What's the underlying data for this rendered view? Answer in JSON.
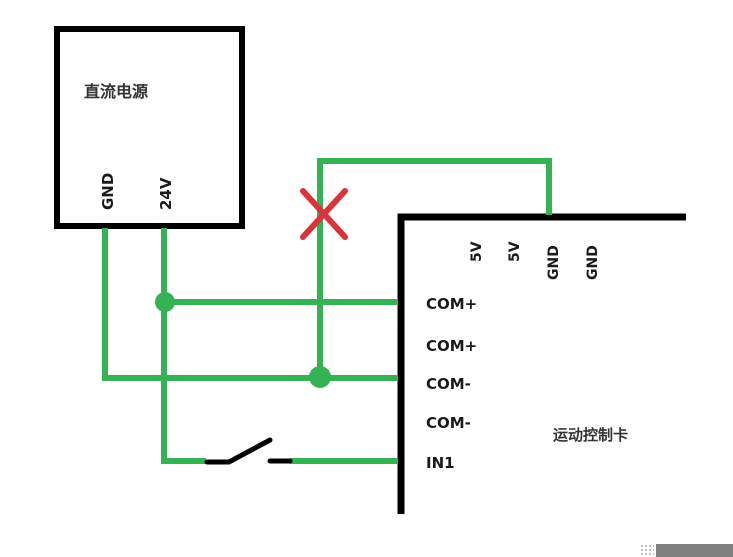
{
  "colors": {
    "wire": "#35b253",
    "outline": "#000000",
    "cross": "#d9343c",
    "text": "#1a1a1a"
  },
  "power_supply": {
    "title": "直流电源",
    "pins": [
      "GND",
      "24V"
    ]
  },
  "controller": {
    "title": "运动控制卡",
    "top_pins": [
      "5V",
      "5V",
      "GND",
      "GND"
    ],
    "side_pins": [
      "COM+",
      "COM+",
      "COM-",
      "COM-",
      "IN1"
    ]
  },
  "annotations": {
    "crossed_connection": "GND of controller to COM- (marked invalid with red X)",
    "switch": "normally-open switch between 24V and IN1"
  }
}
